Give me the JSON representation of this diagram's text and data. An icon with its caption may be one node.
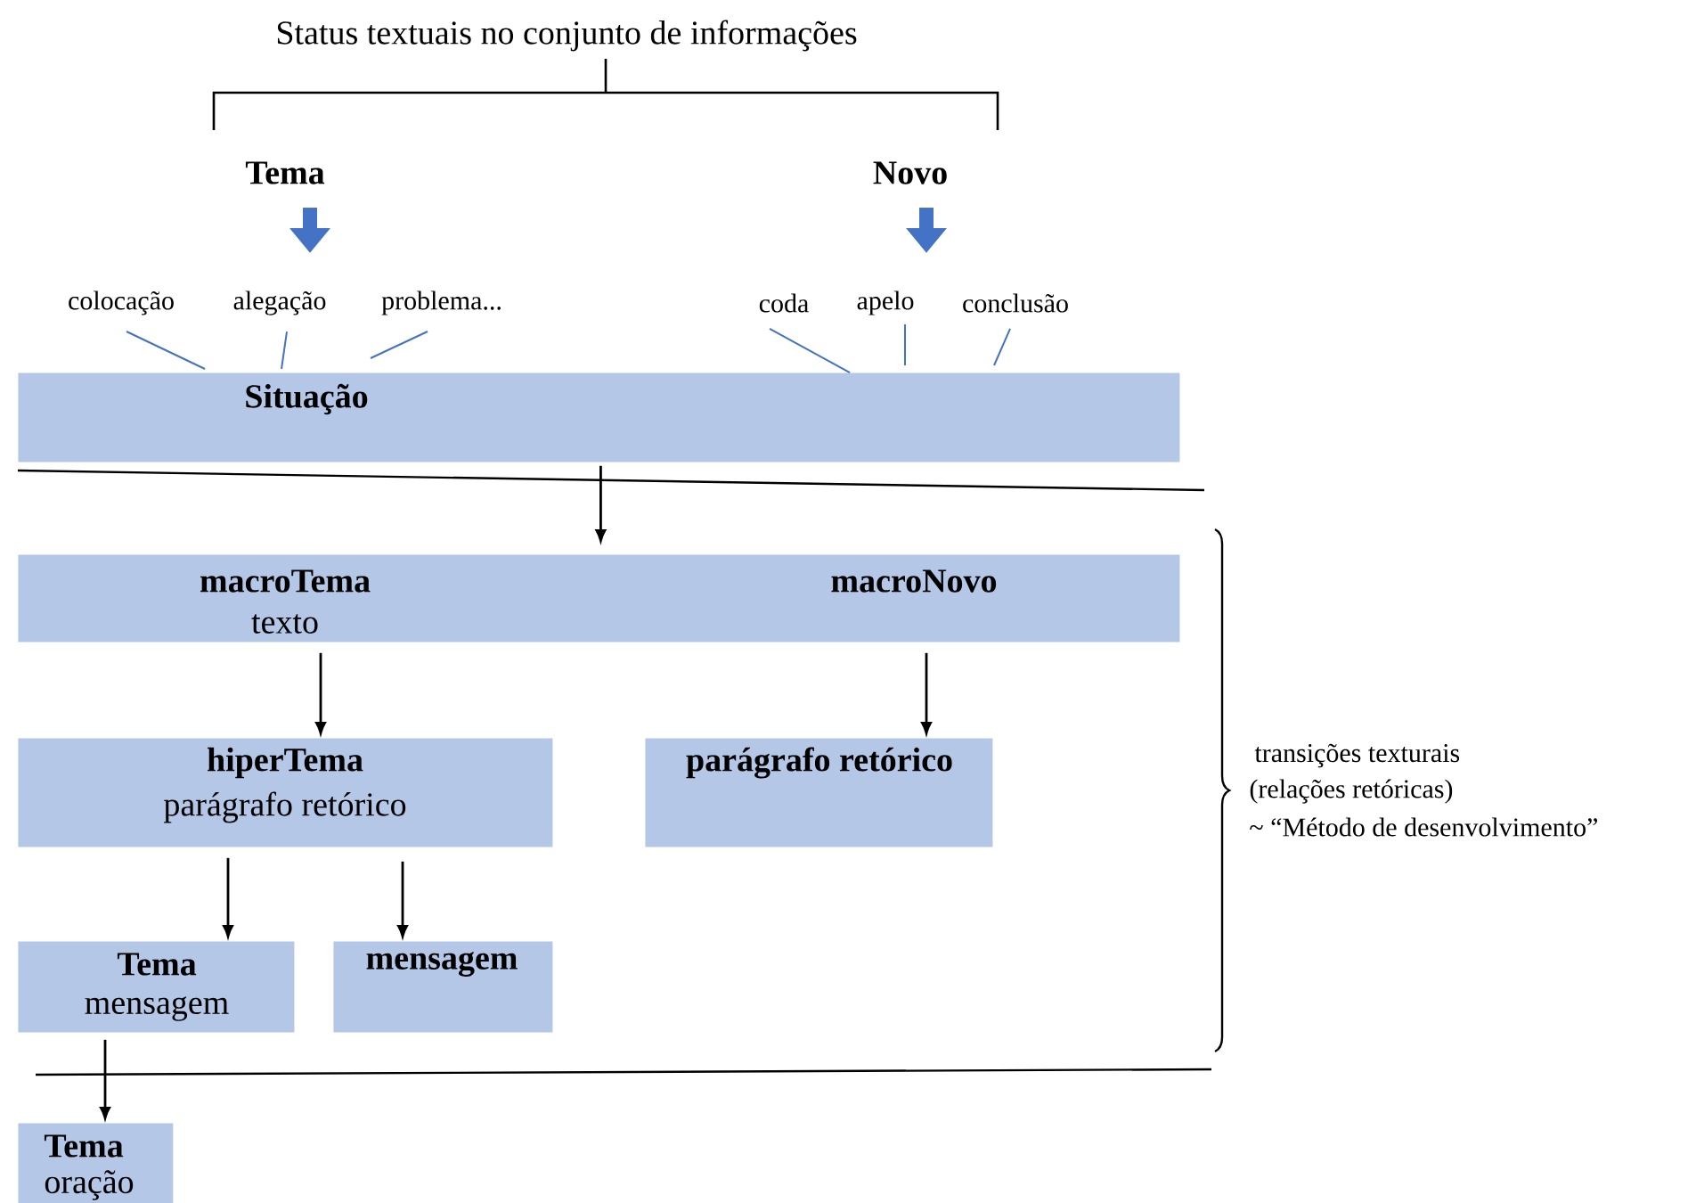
{
  "diagram": {
    "title": "Status textuais no conjunto de informações",
    "nodes": [
      {
        "text": [
          "Tema"
        ]
      },
      {
        "text": [
          "Novo"
        ]
      },
      {
        "text": [
          "colocação"
        ]
      },
      {
        "text": [
          "alegação"
        ]
      },
      {
        "text": [
          "problema..."
        ]
      },
      {
        "text": [
          "coda"
        ]
      },
      {
        "text": [
          "apelo"
        ]
      },
      {
        "text": [
          "conclusão"
        ]
      },
      {
        "text": [
          "Situação"
        ]
      },
      {
        "text": [
          "macroTema",
          "texto",
          "macroNovo"
        ]
      },
      {
        "text": [
          "hiperTema",
          "parágrafo retórico"
        ]
      },
      {
        "text": [
          "parágrafo retórico"
        ]
      },
      {
        "text": [
          "Tema",
          "mensagem"
        ]
      },
      {
        "text": [
          "mensagem"
        ]
      },
      {
        "text": [
          "Tema",
          "oração"
        ]
      }
    ],
    "edges": [
      {
        "from": 0,
        "to": 3,
        "arrow": "to",
        "style": "thick",
        "color": "#4472c4"
      },
      {
        "from": 1,
        "to": 6,
        "arrow": "to",
        "style": "thick",
        "color": "#4472c4"
      },
      {
        "from": 2,
        "to": 8,
        "arrow": "none",
        "color": "#4472c4"
      },
      {
        "from": 3,
        "to": 8,
        "arrow": "none",
        "color": "#4472c4"
      },
      {
        "from": 4,
        "to": 8,
        "arrow": "none",
        "color": "#4472c4"
      },
      {
        "from": 5,
        "to": 8,
        "arrow": "none",
        "color": "#4472c4"
      },
      {
        "from": 6,
        "to": 8,
        "arrow": "none",
        "color": "#4472c4"
      },
      {
        "from": 7,
        "to": 8,
        "arrow": "none",
        "color": "#4472c4"
      },
      {
        "from": 8,
        "to": 9,
        "arrow": "to",
        "color": "#000000"
      },
      {
        "from": 9,
        "to": 10,
        "arrow": "to",
        "color": "#000000"
      },
      {
        "from": 9,
        "to": 11,
        "arrow": "to",
        "color": "#000000"
      },
      {
        "from": 10,
        "to": 12,
        "arrow": "to",
        "color": "#000000"
      },
      {
        "from": 10,
        "to": 13,
        "arrow": "to",
        "color": "#000000"
      },
      {
        "from": 12,
        "to": 14,
        "arrow": "to",
        "color": "#000000"
      }
    ],
    "labels": [
      "transições texturais",
      "(relações retóricas)",
      "~ “Método de desenvolvimento”"
    ]
  }
}
